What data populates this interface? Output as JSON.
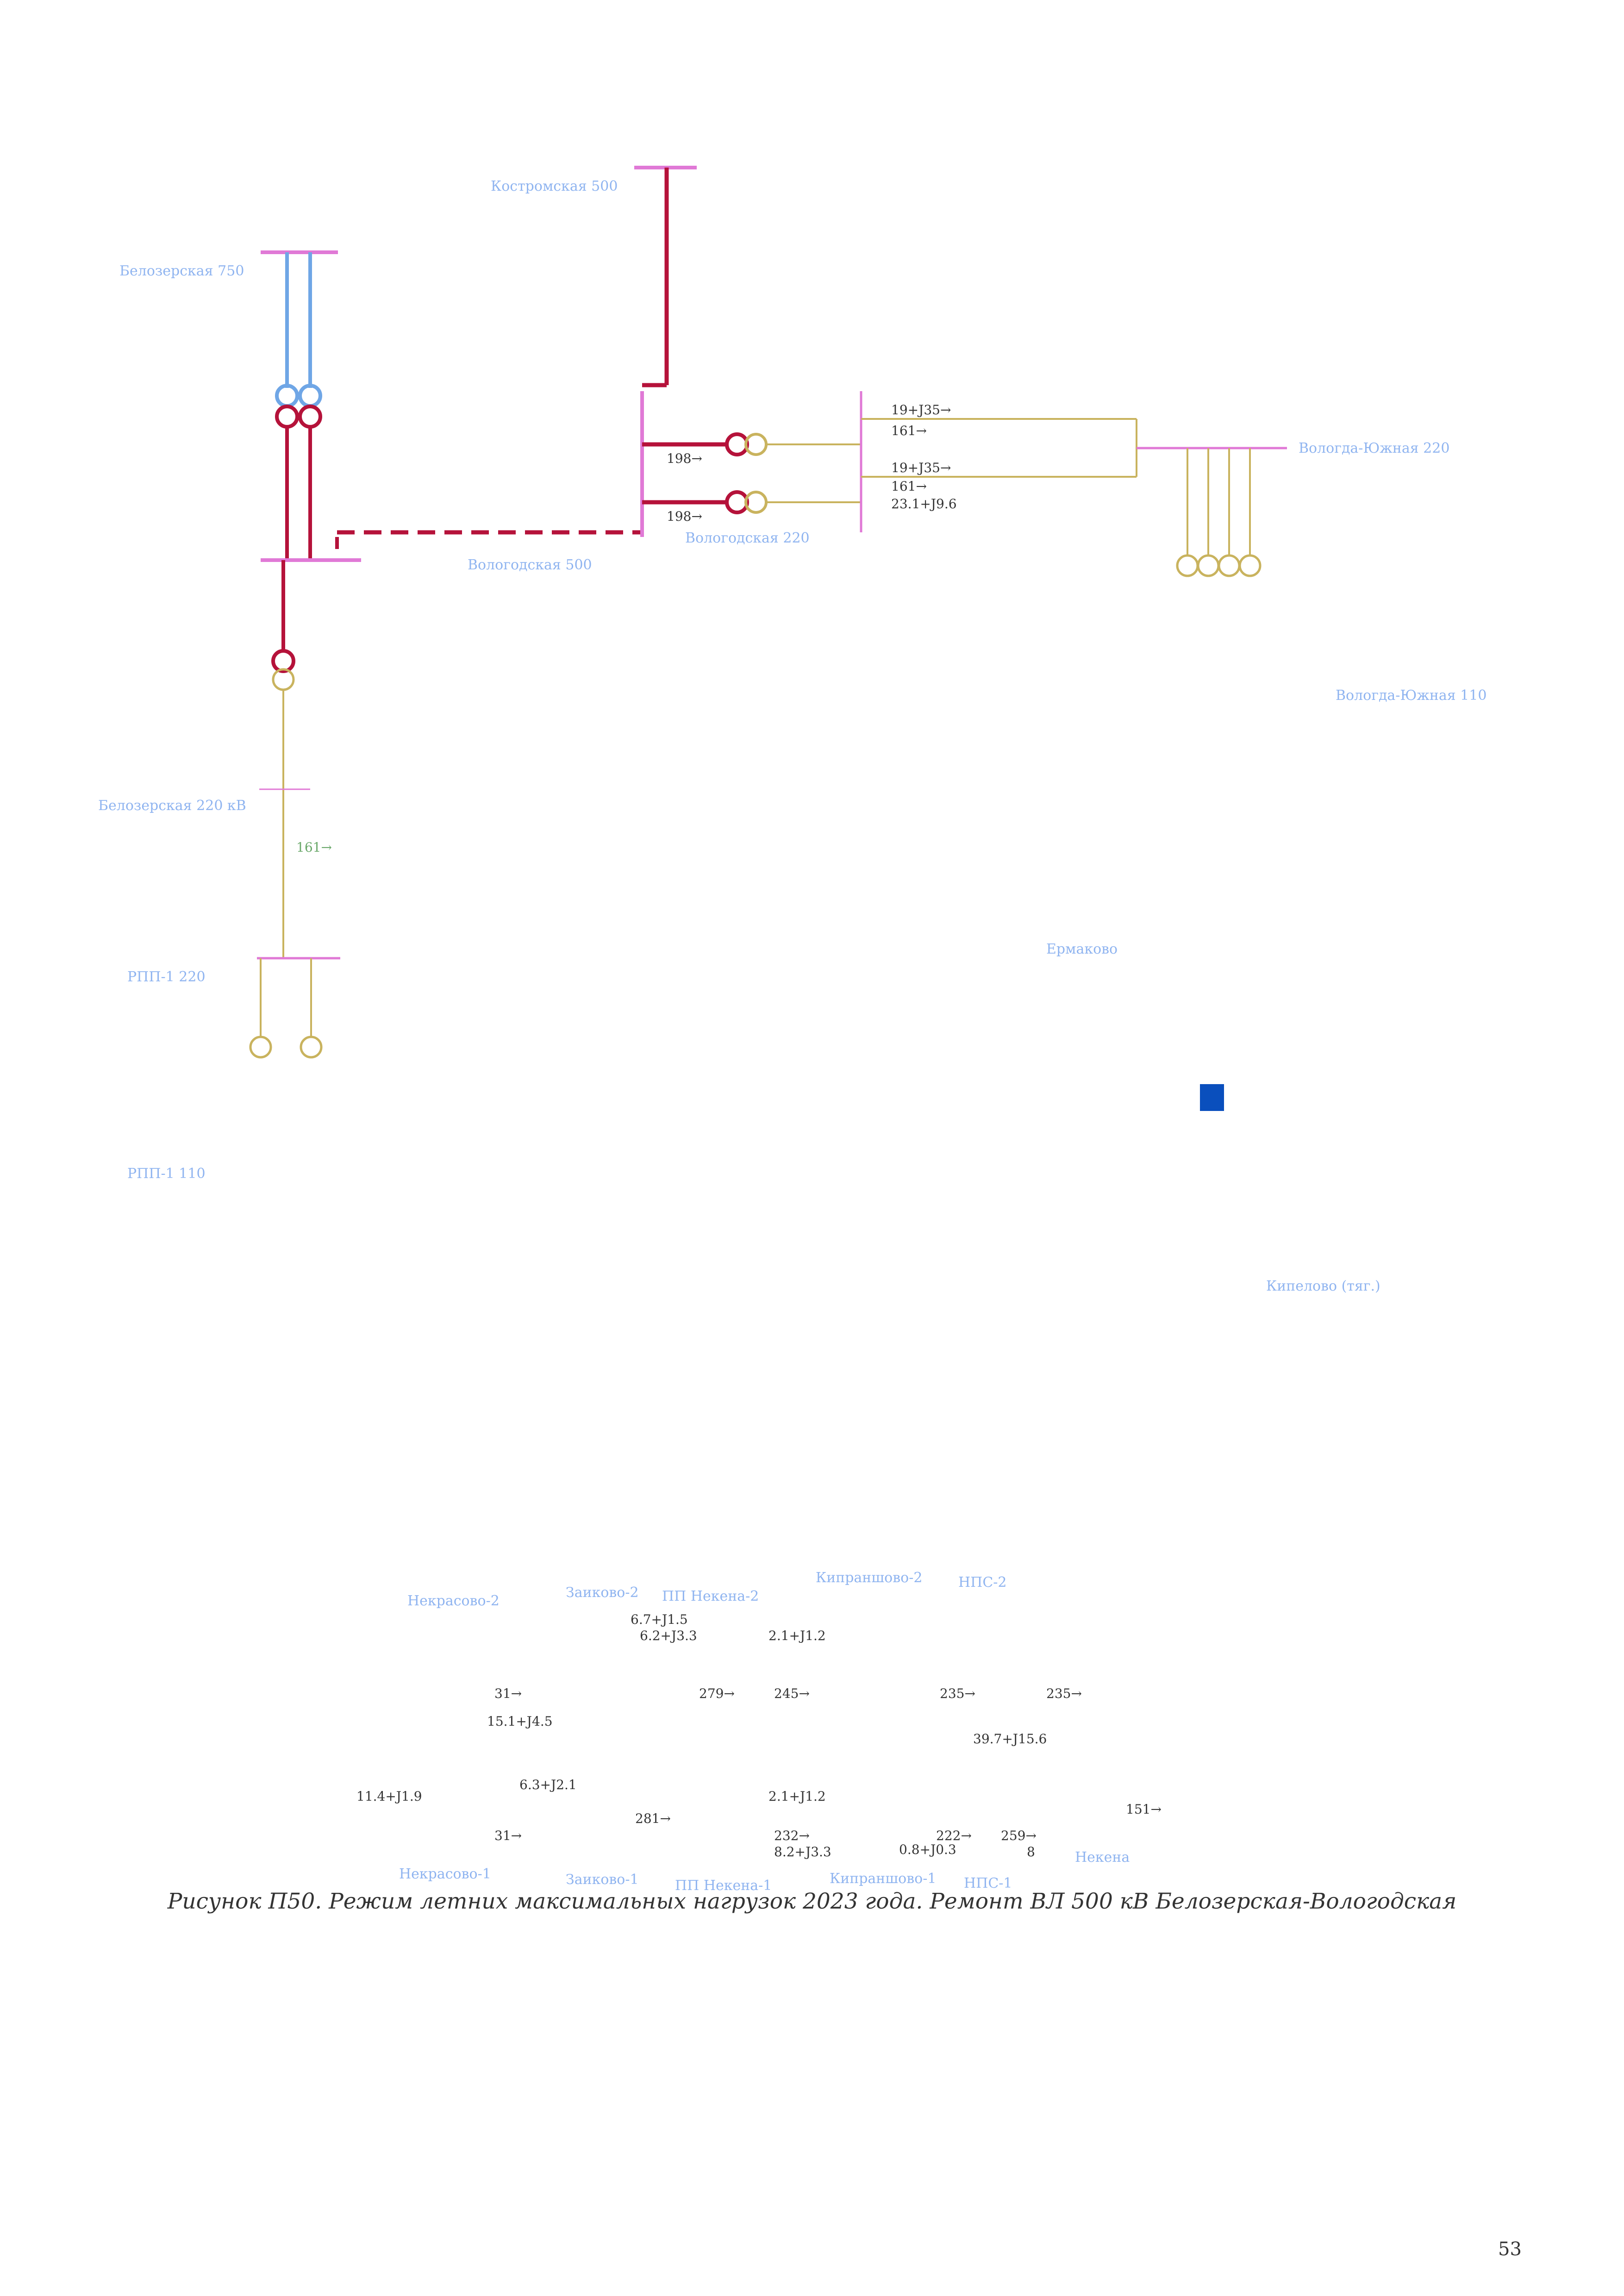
{
  "colors": {
    "bus_500": "#e079d6",
    "line_500": "#b5123a",
    "line_750": "#6fa6e6",
    "line_220": "#c9b35e",
    "label_bus": "#8fb4f0",
    "label_flow": "#333333",
    "label_faint_red": "#f2a0a0",
    "fault_dash": "#b5123a",
    "marker": "#0a4fbd"
  },
  "buses": {
    "kostromskaya_500": "Костромская 500",
    "belozerskaya_750": "Белозерская 750",
    "vologodskaya_500": "Вологодская 500",
    "vologodskaya_220": "Вологодская 220",
    "vologda_yuzhnaya_220": "Вологда-Южная 220",
    "vologda_yuzhnaya_110": "Вологда-Южная 110",
    "belozerskaya_220": "Белозерская 220 кВ",
    "rpp1_220": "РПП-1 220",
    "rpp1_110": "РПП-1 110",
    "ermakovo": "Ермаково",
    "kipelovo": "Кипелово (тяг.)",
    "nekrasovo_2": "Некрасово-2",
    "zaikovo_2": "Заиково-2",
    "nekrasovo_1": "Некрасово-1",
    "zaikovo_1": "Заиково-1",
    "pp_nekena_2": "ПП Некена-2",
    "pp_nekena_1": "ПП Некена-1",
    "kipranshovo_2": "Кипраншово-2",
    "kipranshovo_1": "Кипраншово-1",
    "nps_2": "НПС-2",
    "nps_1": "НПС-1",
    "nekena": "Некена"
  },
  "flows": {
    "vol_t1_p": "198→",
    "vol_t2_p": "198→",
    "at_line1_top": "19+J35→",
    "at_line1_p": "161→",
    "at_line2_top": "19+J35→",
    "at_line2_p": "161→",
    "at_line2_q": "23.1+J9.6",
    "bel_p": "161→",
    "sub_a": "6.7+J1.5",
    "sub_b": "6.2+J3.3",
    "sub_c": "2.1+J1.2",
    "sub_d": "31→",
    "sub_e": "279→",
    "sub_f": "245→",
    "sub_g": "235→",
    "sub_h": "235→",
    "sub_i": "15.1+J4.5",
    "sub_j": "39.7+J15.6",
    "sub_k": "11.4+J1.9",
    "sub_l": "6.3+J2.1",
    "sub_m": "2.1+J1.2",
    "sub_n": "151→",
    "sub_o": "281→",
    "sub_p": "31→",
    "sub_q": "232→",
    "sub_r": "222→",
    "sub_s": "259→",
    "sub_t": "8.2+J3.3",
    "sub_u": "0.8+J0.3",
    "sub_v": "8"
  },
  "caption": "Рисунок П50. Режим летних максимальных нагрузок 2023 года. Ремонт ВЛ 500 кВ Белозерская-Вологодская",
  "page_number": "53"
}
